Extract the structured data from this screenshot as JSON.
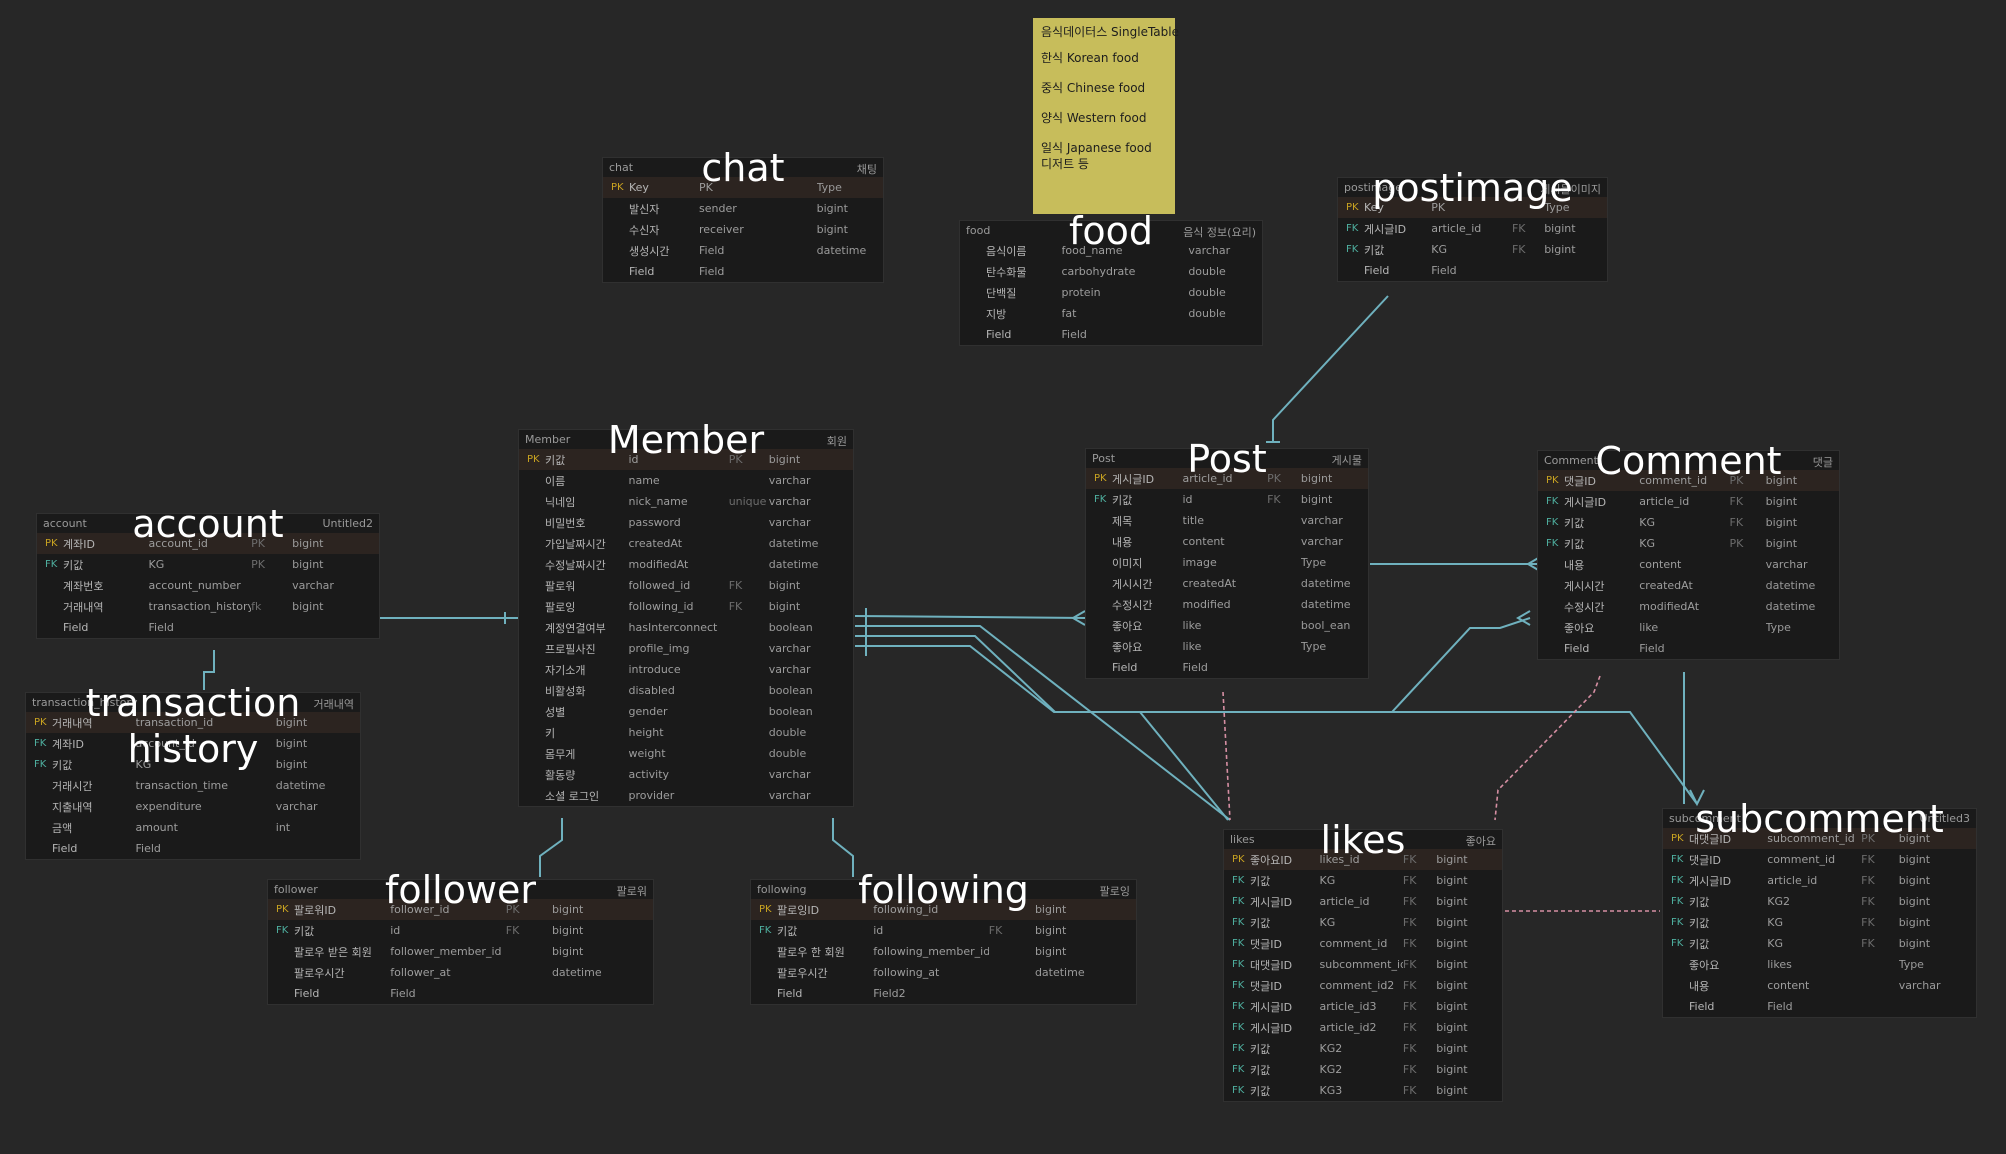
{
  "tables": [
    {
      "id": "chat",
      "big": "chat",
      "physical": "chat",
      "logical": "채팅",
      "rows": [
        [
          "PK",
          "Key",
          "PK",
          "",
          "Type"
        ],
        [
          "",
          "발신자",
          "sender",
          "",
          "bigint"
        ],
        [
          "",
          "수신자",
          "receiver",
          "",
          "bigint"
        ],
        [
          "",
          "생성시간",
          "Field",
          "",
          "datetime"
        ],
        [
          "",
          "Field",
          "Field",
          "",
          ""
        ]
      ]
    },
    {
      "id": "food",
      "big": "food",
      "physical": "food",
      "logical": "음식 정보(요리)",
      "rows": [
        [
          "",
          "음식이름",
          "food_name",
          "",
          "varchar"
        ],
        [
          "",
          "탄수화물",
          "carbohydrate",
          "",
          "double"
        ],
        [
          "",
          "단백질",
          "protein",
          "",
          "double"
        ],
        [
          "",
          "지방",
          "fat",
          "",
          "double"
        ],
        [
          "",
          "Field",
          "Field",
          "",
          ""
        ]
      ]
    },
    {
      "id": "postimage",
      "big": "postimage",
      "physical": "postimage",
      "logical": "게시물이미지",
      "rows": [
        [
          "PK",
          "Key",
          "PK",
          "",
          "Type"
        ],
        [
          "FK",
          "게시글ID",
          "article_id",
          "FK",
          "bigint"
        ],
        [
          "FK",
          "키값",
          "KG",
          "FK",
          "bigint"
        ],
        [
          "",
          "Field",
          "Field",
          "",
          ""
        ]
      ]
    },
    {
      "id": "member",
      "big": "Member",
      "physical": "Member",
      "logical": "회원",
      "rows": [
        [
          "PK",
          "키값",
          "id",
          "PK",
          "bigint"
        ],
        [
          "",
          "이름",
          "name",
          "",
          "varchar"
        ],
        [
          "",
          "닉네임",
          "nick_name",
          "unique",
          "varchar"
        ],
        [
          "",
          "비밀번호",
          "password",
          "",
          "varchar"
        ],
        [
          "",
          "가입날짜시간",
          "createdAt",
          "",
          "datetime"
        ],
        [
          "",
          "수정날짜시간",
          "modifiedAt",
          "",
          "datetime"
        ],
        [
          "",
          "팔로워",
          "followed_id",
          "FK",
          "bigint"
        ],
        [
          "",
          "팔로잉",
          "following_id",
          "FK",
          "bigint"
        ],
        [
          "",
          "계정연결여부",
          "hasInterconnect",
          "",
          "boolean"
        ],
        [
          "",
          "프로필사진",
          "profile_img",
          "",
          "varchar"
        ],
        [
          "",
          "자기소개",
          "introduce",
          "",
          "varchar"
        ],
        [
          "",
          "비활성화",
          "disabled",
          "",
          "boolean"
        ],
        [
          "",
          "성별",
          "gender",
          "",
          "boolean"
        ],
        [
          "",
          "키",
          "height",
          "",
          "double"
        ],
        [
          "",
          "몸무게",
          "weight",
          "",
          "double"
        ],
        [
          "",
          "활동량",
          "activity",
          "",
          "varchar"
        ],
        [
          "",
          "소셜 로그인",
          "provider",
          "",
          "varchar"
        ]
      ]
    },
    {
      "id": "post",
      "big": "Post",
      "physical": "Post",
      "logical": "게시물",
      "rows": [
        [
          "PK",
          "게시글ID",
          "article_id",
          "PK",
          "bigint"
        ],
        [
          "FK",
          "키값",
          "id",
          "FK",
          "bigint"
        ],
        [
          "",
          "제목",
          "title",
          "",
          "varchar"
        ],
        [
          "",
          "내용",
          "content",
          "",
          "varchar"
        ],
        [
          "",
          "이미지",
          "image",
          "",
          "Type"
        ],
        [
          "",
          "게시시간",
          "createdAt",
          "",
          "datetime"
        ],
        [
          "",
          "수정시간",
          "modified",
          "",
          "datetime"
        ],
        [
          "",
          "좋아요",
          "like",
          "",
          "bool_ean"
        ],
        [
          "",
          "좋아요",
          "like",
          "",
          "Type"
        ],
        [
          "",
          "Field",
          "Field",
          "",
          ""
        ]
      ]
    },
    {
      "id": "comment",
      "big": "Comment",
      "physical": "Comment",
      "logical": "댓글",
      "rows": [
        [
          "PK",
          "댓글ID",
          "comment_id",
          "PK",
          "bigint"
        ],
        [
          "FK",
          "게시글ID",
          "article_id",
          "FK",
          "bigint"
        ],
        [
          "FK",
          "키값",
          "KG",
          "FK",
          "bigint"
        ],
        [
          "FK",
          "키값",
          "KG",
          "PK",
          "bigint"
        ],
        [
          "",
          "내용",
          "content",
          "",
          "varchar"
        ],
        [
          "",
          "게시시간",
          "createdAt",
          "",
          "datetime"
        ],
        [
          "",
          "수정시간",
          "modifiedAt",
          "",
          "datetime"
        ],
        [
          "",
          "좋아요",
          "like",
          "",
          "Type"
        ],
        [
          "",
          "Field",
          "Field",
          "",
          ""
        ]
      ]
    },
    {
      "id": "account",
      "big": "account",
      "physical": "account",
      "logical": "Untitled2",
      "rows": [
        [
          "PK",
          "계좌ID",
          "account_id",
          "PK",
          "bigint"
        ],
        [
          "FK",
          "키값",
          "KG",
          "PK",
          "bigint"
        ],
        [
          "",
          "계좌번호",
          "account_number",
          "",
          "varchar"
        ],
        [
          "",
          "거래내역",
          "transaction_history_id",
          "fk",
          "bigint"
        ],
        [
          "",
          "Field",
          "Field",
          "",
          ""
        ]
      ]
    },
    {
      "id": "transaction",
      "big": "transaction\nhistory",
      "physical": "transaction_history",
      "logical": "거래내역",
      "rows": [
        [
          "PK",
          "거래내역",
          "transaction_id",
          "",
          "bigint"
        ],
        [
          "FK",
          "계좌ID",
          "account_id",
          "",
          "bigint"
        ],
        [
          "FK",
          "키값",
          "KG",
          "",
          "bigint"
        ],
        [
          "",
          "거래시간",
          "transaction_time",
          "",
          "datetime"
        ],
        [
          "",
          "지출내역",
          "expenditure",
          "",
          "varchar"
        ],
        [
          "",
          "금액",
          "amount",
          "",
          "int"
        ],
        [
          "",
          "Field",
          "Field",
          "",
          ""
        ]
      ]
    },
    {
      "id": "follower",
      "big": "follower",
      "physical": "follower",
      "logical": "팔로워",
      "rows": [
        [
          "PK",
          "팔로워ID",
          "follower_id",
          "PK",
          "bigint"
        ],
        [
          "FK",
          "키값",
          "id",
          "FK",
          "bigint"
        ],
        [
          "",
          "팔로우 받은 회원",
          "follower_member_id",
          "",
          "bigint"
        ],
        [
          "",
          "팔로우시간",
          "follower_at",
          "",
          "datetime"
        ],
        [
          "",
          "Field",
          "Field",
          "",
          ""
        ]
      ]
    },
    {
      "id": "following",
      "big": "following",
      "physical": "following",
      "logical": "팔로잉",
      "rows": [
        [
          "PK",
          "팔로잉ID",
          "following_id",
          "",
          "bigint"
        ],
        [
          "FK",
          "키값",
          "id",
          "FK",
          "bigint"
        ],
        [
          "",
          "팔로우 한 회원",
          "following_member_id",
          "",
          "bigint"
        ],
        [
          "",
          "팔로우시간",
          "following_at",
          "",
          "datetime"
        ],
        [
          "",
          "Field",
          "Field2",
          "",
          ""
        ]
      ]
    },
    {
      "id": "likes",
      "big": "likes",
      "physical": "likes",
      "logical": "좋아요",
      "rows": [
        [
          "PK",
          "좋아요ID",
          "likes_id",
          "FK",
          "bigint"
        ],
        [
          "FK",
          "키값",
          "KG",
          "FK",
          "bigint"
        ],
        [
          "FK",
          "게시글ID",
          "article_id",
          "FK",
          "bigint"
        ],
        [
          "FK",
          "키값",
          "KG",
          "FK",
          "bigint"
        ],
        [
          "FK",
          "댓글ID",
          "comment_id",
          "FK",
          "bigint"
        ],
        [
          "FK",
          "대댓글ID",
          "subcomment_id",
          "FK",
          "bigint"
        ],
        [
          "FK",
          "댓글ID",
          "comment_id2",
          "FK",
          "bigint"
        ],
        [
          "FK",
          "게시글ID",
          "article_id3",
          "FK",
          "bigint"
        ],
        [
          "FK",
          "게시글ID",
          "article_id2",
          "FK",
          "bigint"
        ],
        [
          "FK",
          "키값",
          "KG2",
          "FK",
          "bigint"
        ],
        [
          "FK",
          "키값",
          "KG2",
          "FK",
          "bigint"
        ],
        [
          "FK",
          "키값",
          "KG3",
          "FK",
          "bigint"
        ]
      ]
    },
    {
      "id": "subcomment",
      "big": "subcomment",
      "physical": "subcomment",
      "logical": "Untitled3",
      "rows": [
        [
          "PK",
          "대댓글ID",
          "subcomment_id",
          "PK",
          "bigint"
        ],
        [
          "FK",
          "댓글ID",
          "comment_id",
          "FK",
          "bigint"
        ],
        [
          "FK",
          "게시글ID",
          "article_id",
          "FK",
          "bigint"
        ],
        [
          "FK",
          "키값",
          "KG2",
          "FK",
          "bigint"
        ],
        [
          "FK",
          "키값",
          "KG",
          "FK",
          "bigint"
        ],
        [
          "FK",
          "키값",
          "KG",
          "FK",
          "bigint"
        ],
        [
          "",
          "좋아요",
          "likes",
          "",
          "Type"
        ],
        [
          "",
          "내용",
          "content",
          "",
          "varchar"
        ],
        [
          "",
          "Field",
          "Field",
          "",
          ""
        ]
      ]
    }
  ],
  "memo": {
    "lines": [
      "음식데이터스 SingleTable",
      "한식 Korean food",
      "중식 Chinese food",
      "양식 Western food",
      "일식 Japanese food",
      "디저트 등"
    ]
  },
  "colors": {
    "relation": "#6fb1be",
    "relation_pink": "#d68fa3",
    "memo": "#c7bd5b",
    "canvas": "#272727",
    "table": "#1a1a1a"
  }
}
